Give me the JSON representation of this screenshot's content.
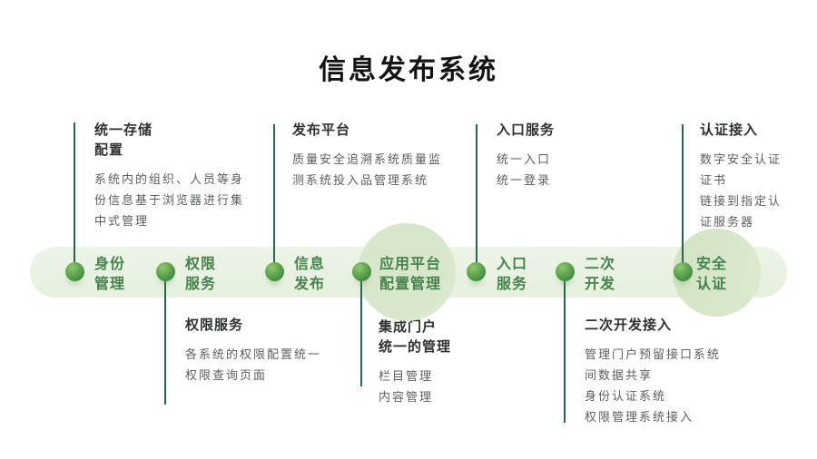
{
  "title": "信息发布系统",
  "colors": {
    "band": "#e9f2e3",
    "highlight_circle": "#d8e7cb",
    "node_green": "#4d9444",
    "connector_line": "#2a6550",
    "label_green": "#45824d",
    "heading_text": "#2e322f",
    "body_text": "#5b605b"
  },
  "top_blocks": [
    {
      "heading": "统一存储\n配置",
      "body": "系统内的组织、人员等身份信息基于浏览器进行集中式管理"
    },
    {
      "heading": "发布平台",
      "body": "质量安全追溯系统质量监测系统投入品管理系统"
    },
    {
      "heading": "入口服务",
      "body": "统一入口\n统一登录"
    },
    {
      "heading": "认证接入",
      "body": "数字安全认证证书\n链接到指定认证服务器"
    }
  ],
  "timeline": {
    "nodes": [
      {
        "label": "身份\n管理",
        "highlighted": false
      },
      {
        "label": "权限\n服务",
        "highlighted": false
      },
      {
        "label": "信息\n发布",
        "highlighted": false
      },
      {
        "label": "应用平台\n配置管理",
        "highlighted": true
      },
      {
        "label": "入口\n服务",
        "highlighted": false
      },
      {
        "label": "二次\n开发",
        "highlighted": false
      },
      {
        "label": "安全\n认证",
        "highlighted": true
      }
    ]
  },
  "bottom_blocks": [
    {
      "heading": "权限服务",
      "body": "各系统的权限配置统一权限查询页面"
    },
    {
      "heading": "集成门户\n统一的管理",
      "body": "栏目管理\n内容管理"
    },
    {
      "heading": "二次开发接入",
      "body": "管理门户预留接口系统间数据共享\n身份认证系统\n权限管理系统接入"
    }
  ]
}
